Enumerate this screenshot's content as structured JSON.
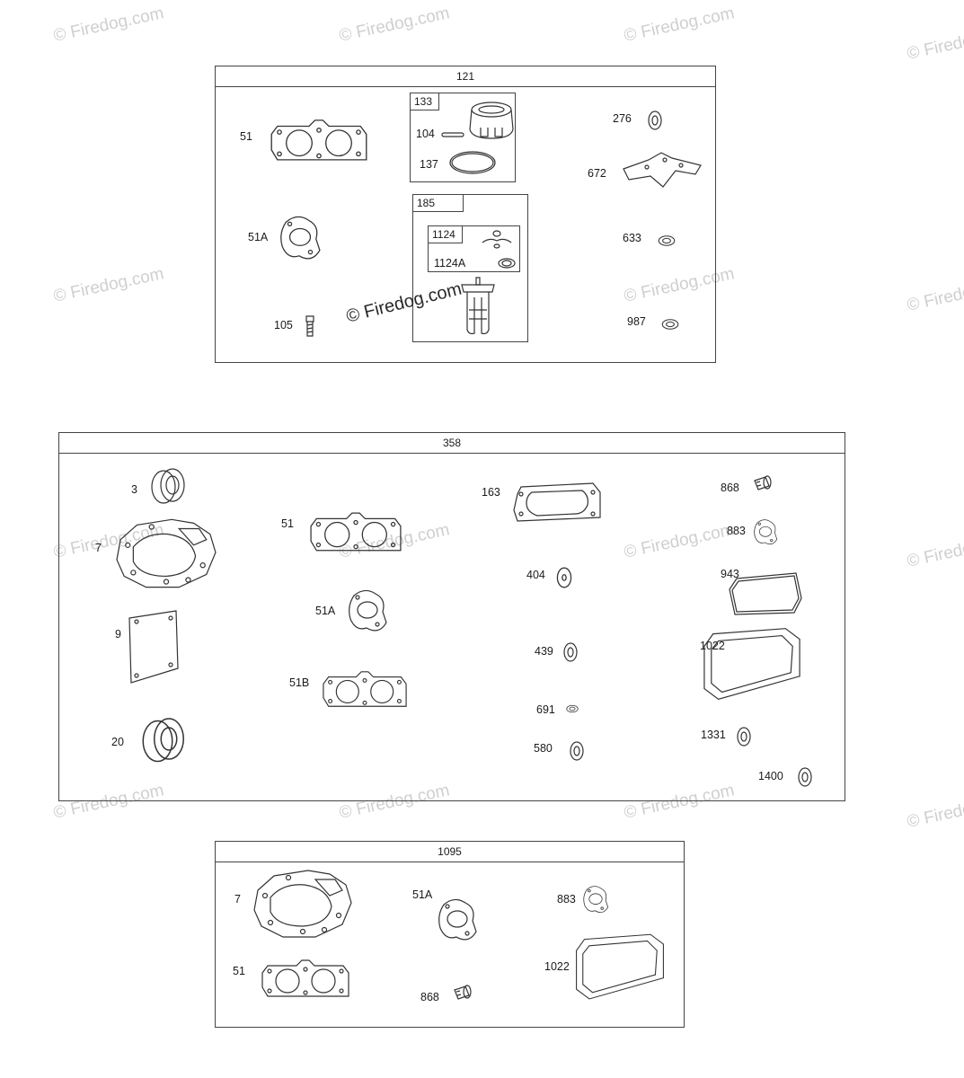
{
  "watermark": "© Firedog.com",
  "kit_121": {
    "title": "121",
    "labels": {
      "p51": "51",
      "p51a": "51A",
      "p105": "105",
      "p104": "104",
      "p137": "137",
      "p1124a": "1124A",
      "p276": "276",
      "p672": "672",
      "p633": "633",
      "p987": "987"
    },
    "sub_133": "133",
    "sub_185": "185",
    "sub_1124": "1124"
  },
  "kit_358": {
    "title": "358",
    "labels": {
      "p3": "3",
      "p7": "7",
      "p9": "9",
      "p20": "20",
      "p51": "51",
      "p51a": "51A",
      "p51b": "51B",
      "p163": "163",
      "p404": "404",
      "p439": "439",
      "p691": "691",
      "p580": "580",
      "p868": "868",
      "p883": "883",
      "p943": "943",
      "p1022": "1022",
      "p1331": "1331",
      "p1400": "1400"
    }
  },
  "kit_1095": {
    "title": "1095",
    "labels": {
      "p7": "7",
      "p51": "51",
      "p51a": "51A",
      "p868": "868",
      "p883": "883",
      "p1022": "1022"
    }
  }
}
